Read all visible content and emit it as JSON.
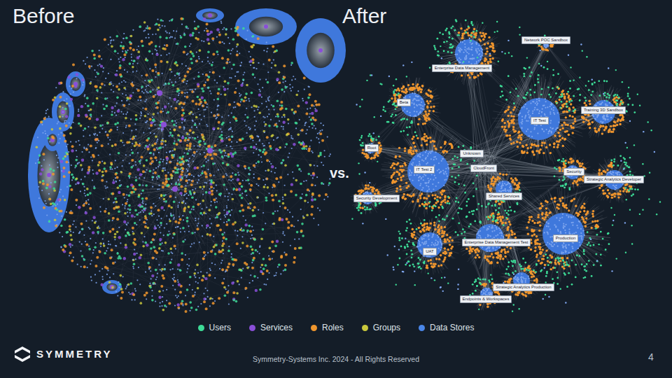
{
  "diagram": {
    "nodes": [
      {
        "text": [
          "Network POC Sandbox"
        ]
      },
      {
        "text": [
          "Enterprise Data Management"
        ]
      },
      {
        "text": [
          "Beta"
        ]
      },
      {
        "text": [
          "Training 3D Sandbox"
        ]
      },
      {
        "text": [
          "IT Test"
        ]
      },
      {
        "text": [
          "Root"
        ]
      },
      {
        "text": [
          "Unknown"
        ]
      },
      {
        "text": [
          "CloudFront"
        ]
      },
      {
        "text": [
          "IT Test 2"
        ]
      },
      {
        "text": [
          "Security"
        ]
      },
      {
        "text": [
          "Strategic Analytics Developer"
        ]
      },
      {
        "text": [
          "Shared Services"
        ]
      },
      {
        "text": [
          "Security Development"
        ]
      },
      {
        "text": [
          "Production"
        ]
      },
      {
        "text": [
          "Enterprise Data Management Test"
        ]
      },
      {
        "text": [
          "UAT"
        ]
      },
      {
        "text": [
          "Strategic Analytics Production"
        ]
      },
      {
        "text": [
          "Endpoints & Workspaces"
        ]
      }
    ],
    "labels": [
      "Before",
      "After",
      "vs.",
      "SYMMETRY",
      "Symmetry-Systems Inc. 2024 - All Rights Reserved",
      "4"
    ],
    "legend": [
      {
        "text": "Users",
        "color": "#3ddc97"
      },
      {
        "text": "Services",
        "color": "#8a4fd8"
      },
      {
        "text": "Roles",
        "color": "#f0962e"
      },
      {
        "text": "Groups",
        "color": "#c9c83c"
      },
      {
        "text": "Data Stores",
        "color": "#4a86e8"
      }
    ]
  }
}
